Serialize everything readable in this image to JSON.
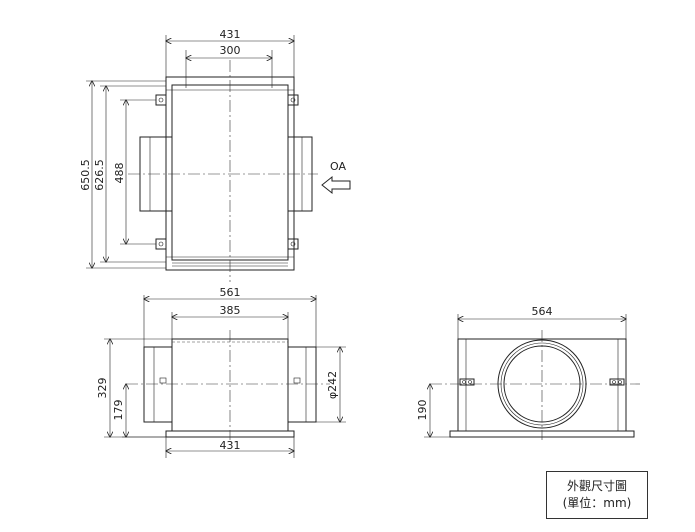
{
  "top_view": {
    "overall_width": "431",
    "inner_width": "300",
    "overall_height": "650.5",
    "mid_height": "626.5",
    "inner_height": "488",
    "airflow_label": "OA"
  },
  "side_view": {
    "overall_width": "561",
    "body_width": "385",
    "base_width": "431",
    "overall_height": "329",
    "center_height": "179",
    "duct_diameter": "φ242"
  },
  "end_view": {
    "overall_width": "564",
    "center_height": "190"
  },
  "caption": {
    "title": "外觀尺寸圖",
    "unit": "(單位：mm)"
  }
}
